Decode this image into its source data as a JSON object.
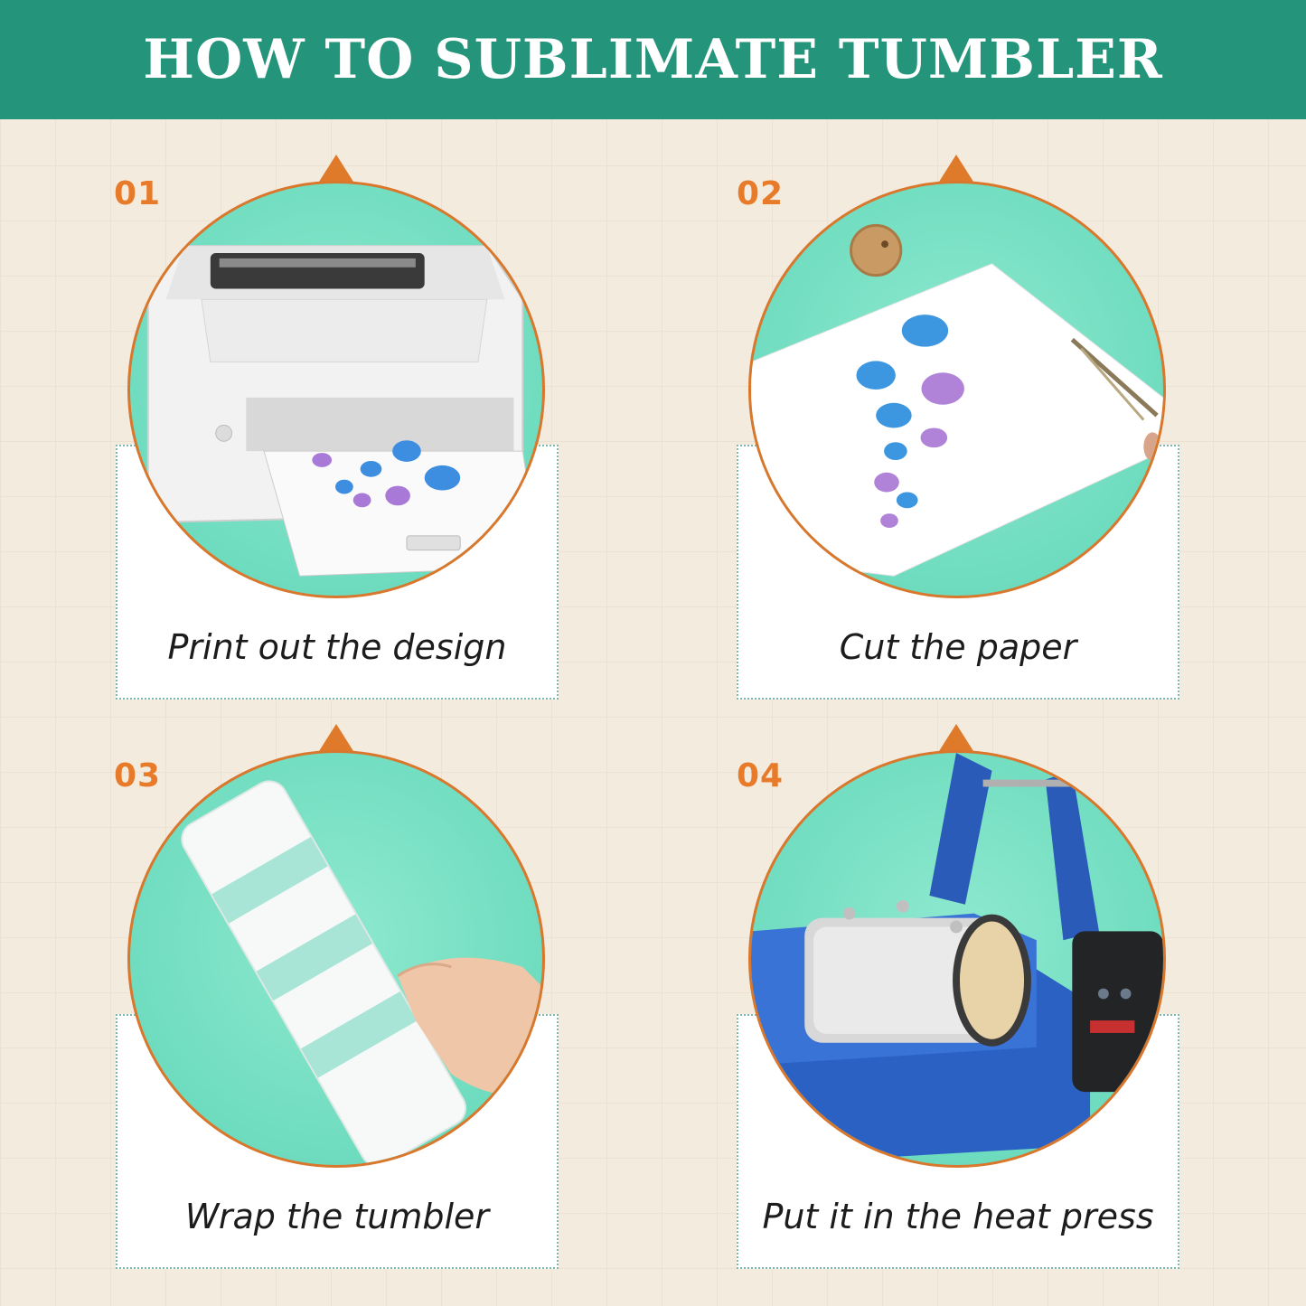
{
  "header": {
    "title": "HOW TO SUBLIMATE TUMBLER"
  },
  "steps": [
    {
      "number": "01",
      "caption": "Print out the design"
    },
    {
      "number": "02",
      "caption": "Cut the paper"
    },
    {
      "number": "03",
      "caption": "Wrap the tumbler"
    },
    {
      "number": "04",
      "caption": "Put it in the heat press"
    }
  ],
  "colors": {
    "header_bg": "#24947a",
    "accent_orange": "#e07a2b",
    "circle_green": "#6fdcbf",
    "background": "#f4ebdf"
  }
}
